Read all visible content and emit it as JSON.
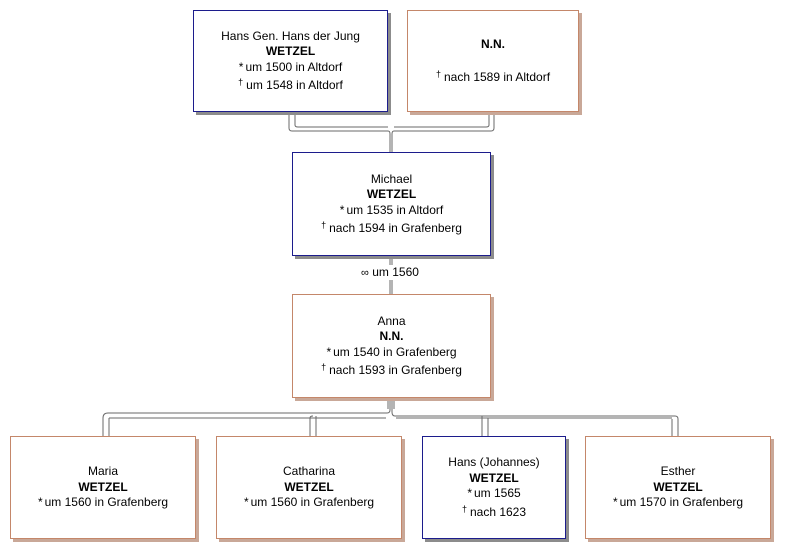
{
  "parents": {
    "father": {
      "given": "Hans Gen. Hans der Jung",
      "surname": "WETZEL",
      "birth": "um 1500 in Altdorf",
      "death": "um 1548 in Altdorf"
    },
    "mother": {
      "given": "",
      "surname": "N.N.",
      "birth": "",
      "death": "nach 1589 in Altdorf"
    }
  },
  "person": {
    "given": "Michael",
    "surname": "WETZEL",
    "birth": "um 1535 in Altdorf",
    "death": "nach 1594 in Grafenberg"
  },
  "marriage": {
    "symbol": "∞",
    "date": "um 1560"
  },
  "spouse": {
    "given": "Anna",
    "surname": "N.N.",
    "birth": "um 1540 in Grafenberg",
    "death": "nach 1593 in Grafenberg"
  },
  "children": [
    {
      "given": "Maria",
      "surname": "WETZEL",
      "birth": "um 1560 in Grafenberg",
      "death": ""
    },
    {
      "given": "Catharina",
      "surname": "WETZEL",
      "birth": "um 1560 in Grafenberg",
      "death": ""
    },
    {
      "given": "Hans (Johannes)",
      "surname": "WETZEL",
      "birth": "um 1565",
      "death": "nach 1623"
    },
    {
      "given": "Esther",
      "surname": "WETZEL",
      "birth": "um 1570 in Grafenberg",
      "death": ""
    }
  ],
  "symbols": {
    "birth": "*",
    "death": "†"
  },
  "colors": {
    "male_border": "#1c1c8c",
    "female_border": "#c4876a",
    "line": "#555555"
  }
}
